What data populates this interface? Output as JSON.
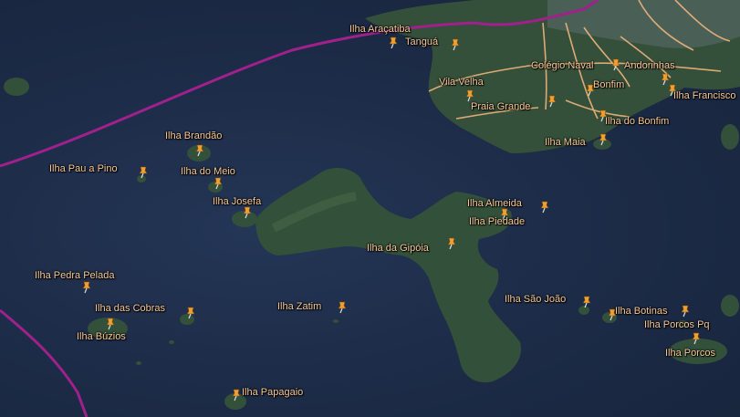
{
  "map": {
    "colors": {
      "water": "#1d2c48",
      "land": "#3c5a3a",
      "boundary": "#a0208c",
      "road": "#f0b47a",
      "label": "#f7c99a",
      "pin": "#f0a030"
    },
    "places": [
      {
        "id": "ilha-aracatiba",
        "label": "Ilha Araçatiba"
      },
      {
        "id": "tangua",
        "label": "Tanguá"
      },
      {
        "id": "colegio-naval",
        "label": "Colégio Naval"
      },
      {
        "id": "andorinhas",
        "label": "Andorinhas"
      },
      {
        "id": "vila-velha",
        "label": "Vila Velha"
      },
      {
        "id": "bonfim",
        "label": "Bonfim"
      },
      {
        "id": "ilha-francisco",
        "label": "Ilha Francisco"
      },
      {
        "id": "praia-grande",
        "label": "Praia Grande"
      },
      {
        "id": "ilha-do-bonfim",
        "label": "Ilha do Bonfim"
      },
      {
        "id": "ilha-maia",
        "label": "Ilha Maia"
      },
      {
        "id": "ilha-brandao",
        "label": "Ilha Brandão"
      },
      {
        "id": "ilha-pau-a-pino",
        "label": "Ilha Pau a Pino"
      },
      {
        "id": "ilha-do-meio",
        "label": "Ilha do Meio"
      },
      {
        "id": "ilha-josefa",
        "label": "Ilha Josefa"
      },
      {
        "id": "ilha-almeida",
        "label": "Ilha Almeida"
      },
      {
        "id": "ilha-piedade",
        "label": "Ilha Piedade"
      },
      {
        "id": "ilha-da-gipoia",
        "label": "Ilha da Gipóia"
      },
      {
        "id": "ilha-pedra-pelada",
        "label": "Ilha Pedra Pelada"
      },
      {
        "id": "ilha-das-cobras",
        "label": "Ilha das Cobras"
      },
      {
        "id": "ilha-zatim",
        "label": "Ilha Zatim"
      },
      {
        "id": "ilha-buzios",
        "label": "Ilha Búzios"
      },
      {
        "id": "ilha-sao-joao",
        "label": "Ilha São João"
      },
      {
        "id": "ilha-botinas",
        "label": "Ilha Botinas"
      },
      {
        "id": "ilha-porcos-pq",
        "label": "Ilha Porcos Pq"
      },
      {
        "id": "ilha-porcos",
        "label": "Ilha Porcos"
      },
      {
        "id": "ilha-papagaio",
        "label": "Ilha Papagaio"
      }
    ]
  }
}
